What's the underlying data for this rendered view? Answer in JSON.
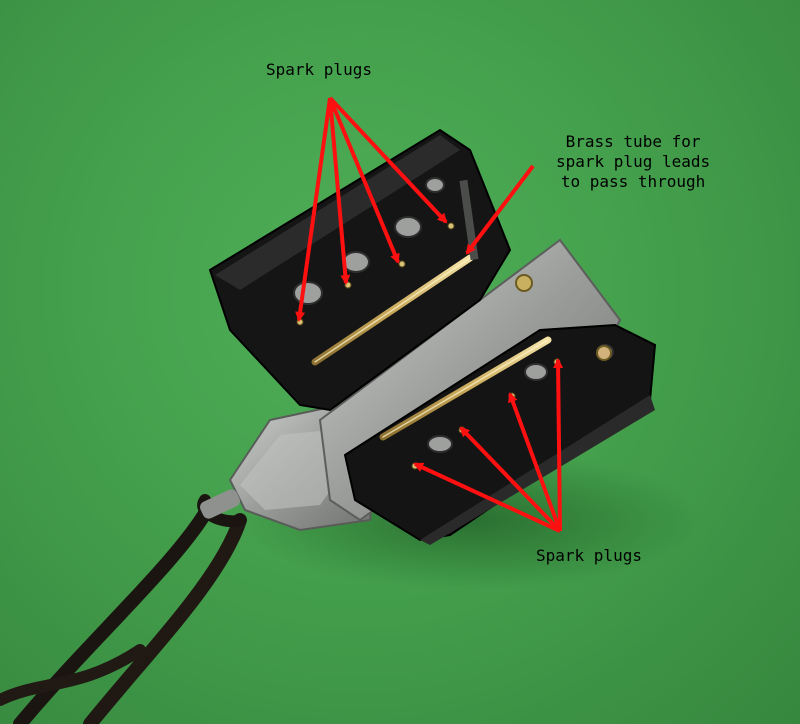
{
  "labels": {
    "spark_plugs_top": "Spark plugs",
    "brass_tube": "Brass tube for\nspark plug leads\nto pass through",
    "spark_plugs_bottom": "Spark plugs"
  },
  "colors": {
    "background": "#44a04c",
    "arrow": "#ff1010",
    "cylinder_head": "#161616",
    "engine_block": "#a8aaa8",
    "brass": "#d8c078"
  }
}
